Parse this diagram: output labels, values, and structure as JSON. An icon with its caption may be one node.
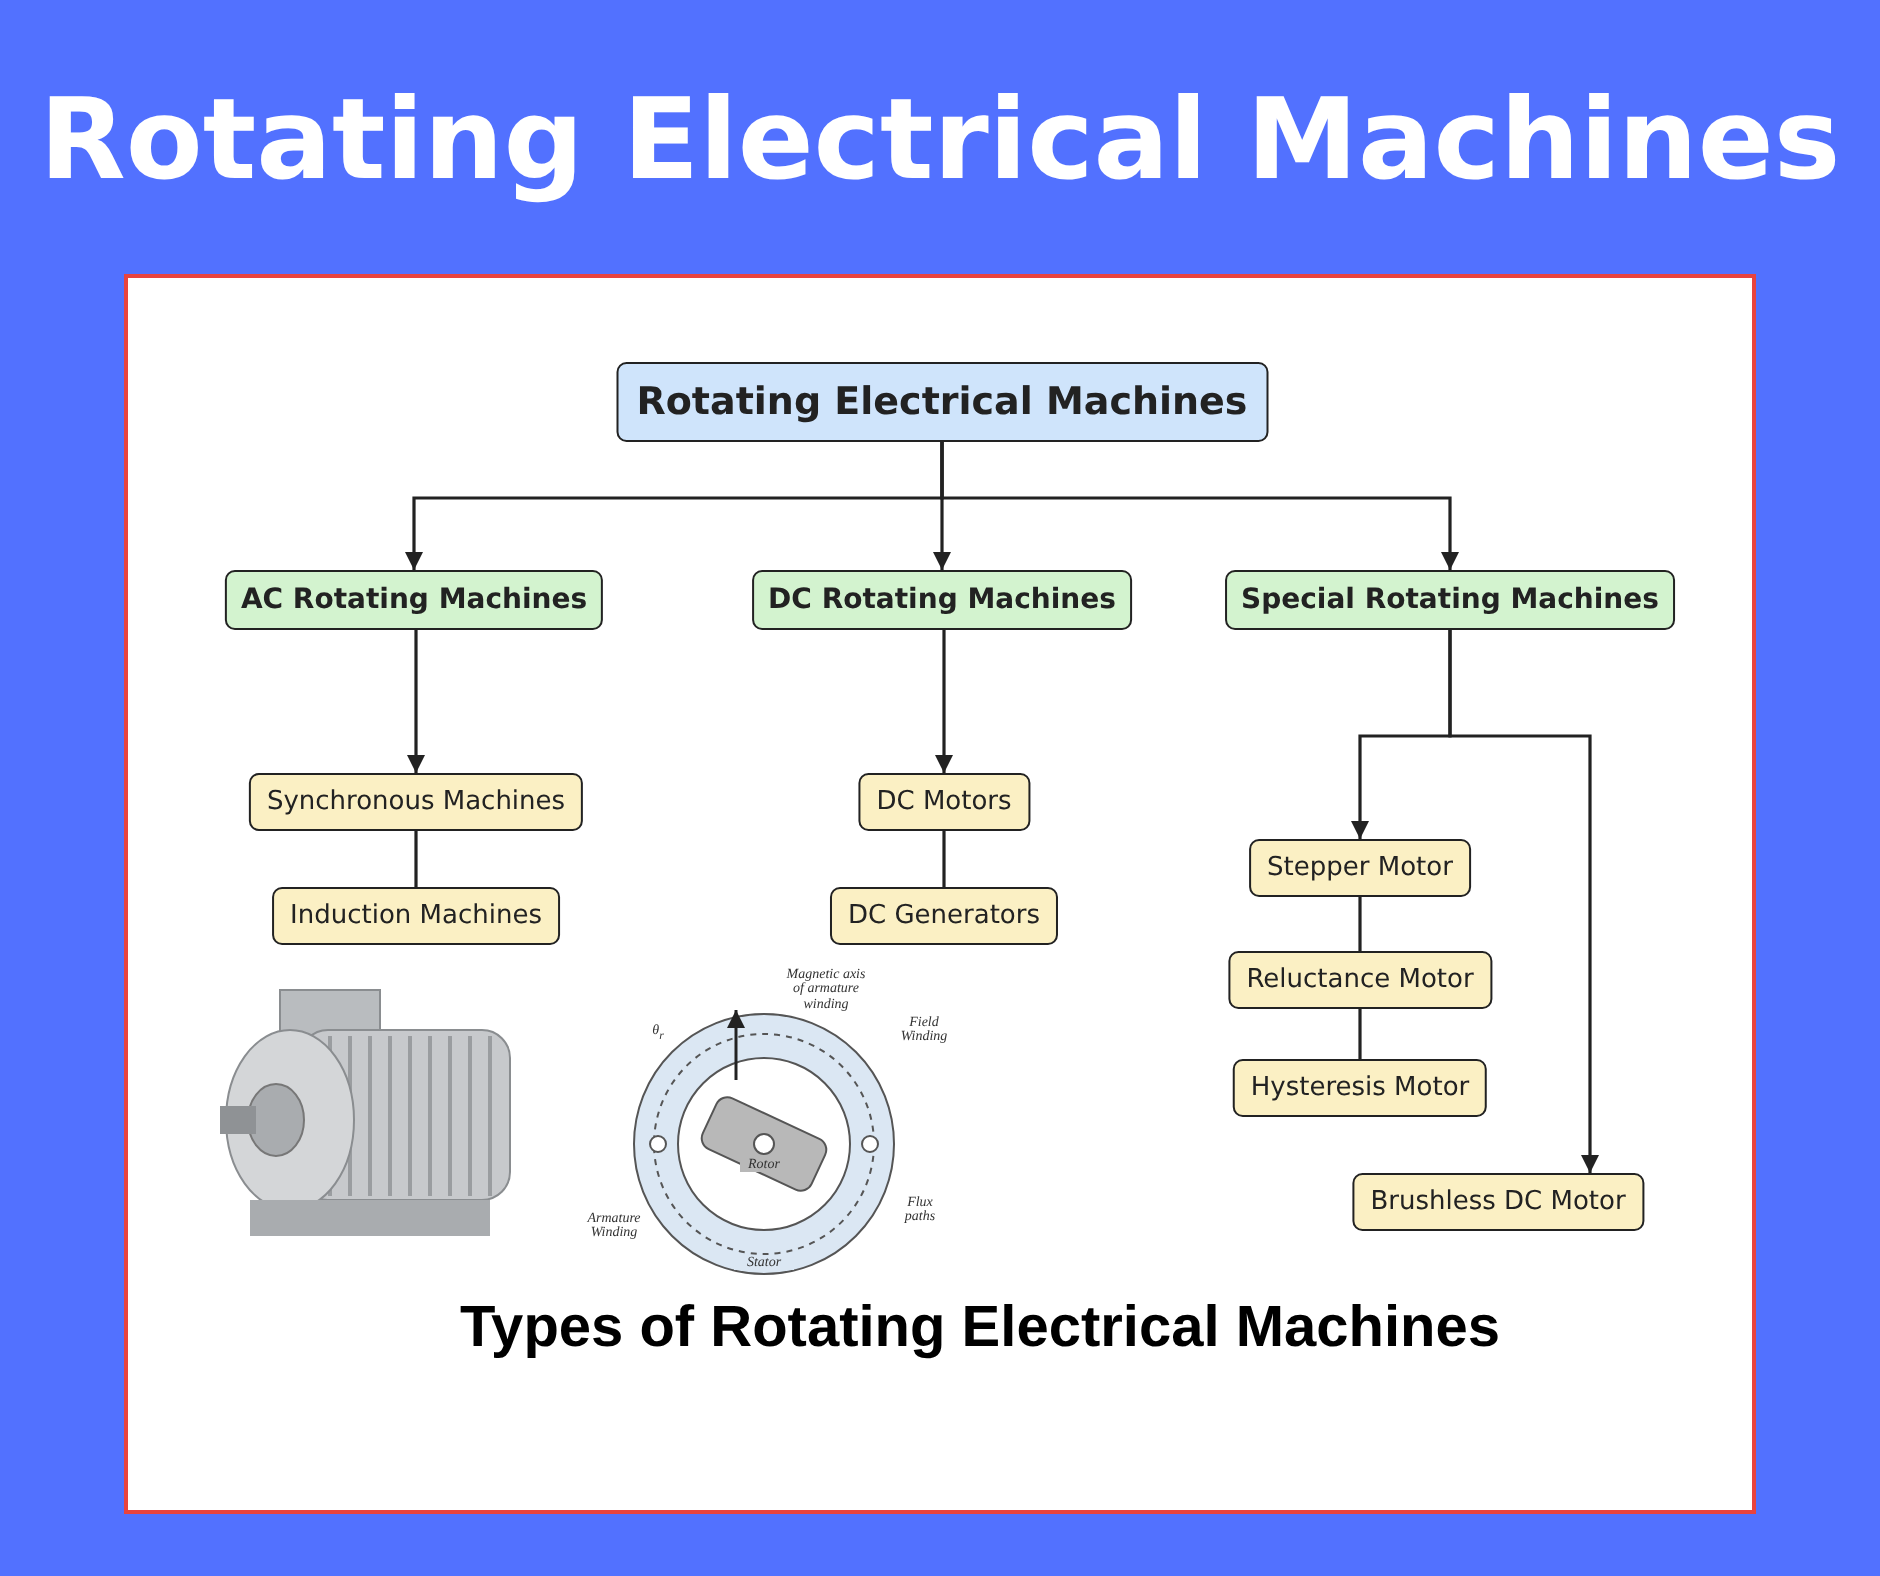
{
  "diagram": {
    "title": "Rotating Electrical Machines",
    "caption": "Types of Rotating Electrical Machines",
    "nodes": [
      {
        "text": [
          "Rotating Electrical Machines"
        ]
      },
      {
        "text": [
          "AC Rotating Machines"
        ]
      },
      {
        "text": [
          "DC Rotating Machines"
        ]
      },
      {
        "text": [
          "Special Rotating Machines"
        ]
      },
      {
        "text": [
          "Synchronous Machines"
        ]
      },
      {
        "text": [
          "Induction Machines"
        ]
      },
      {
        "text": [
          "DC Motors"
        ]
      },
      {
        "text": [
          "DC Generators"
        ]
      },
      {
        "text": [
          "Stepper Motor"
        ]
      },
      {
        "text": [
          "Reluctance Motor"
        ]
      },
      {
        "text": [
          "Hysteresis Motor"
        ]
      },
      {
        "text": [
          "Brushless DC Motor"
        ]
      }
    ],
    "edges": [
      {
        "from": 0,
        "to": 1,
        "arrow": "to"
      },
      {
        "from": 0,
        "to": 2,
        "arrow": "to"
      },
      {
        "from": 0,
        "to": 3,
        "arrow": "to"
      },
      {
        "from": 1,
        "to": 4,
        "arrow": "to"
      },
      {
        "from": 4,
        "to": 5,
        "arrow": "none"
      },
      {
        "from": 2,
        "to": 6,
        "arrow": "to"
      },
      {
        "from": 6,
        "to": 7,
        "arrow": "none"
      },
      {
        "from": 3,
        "to": 8,
        "arrow": "to"
      },
      {
        "from": 8,
        "to": 9,
        "arrow": "none"
      },
      {
        "from": 9,
        "to": 10,
        "arrow": "none"
      },
      {
        "from": 3,
        "to": 11,
        "arrow": "to"
      }
    ],
    "labels": [
      "Magnetic axis of armature winding",
      "θ$_{r}$",
      "Field Winding",
      "Rotor",
      "Armature Winding",
      "Flux paths",
      "Stator"
    ]
  }
}
